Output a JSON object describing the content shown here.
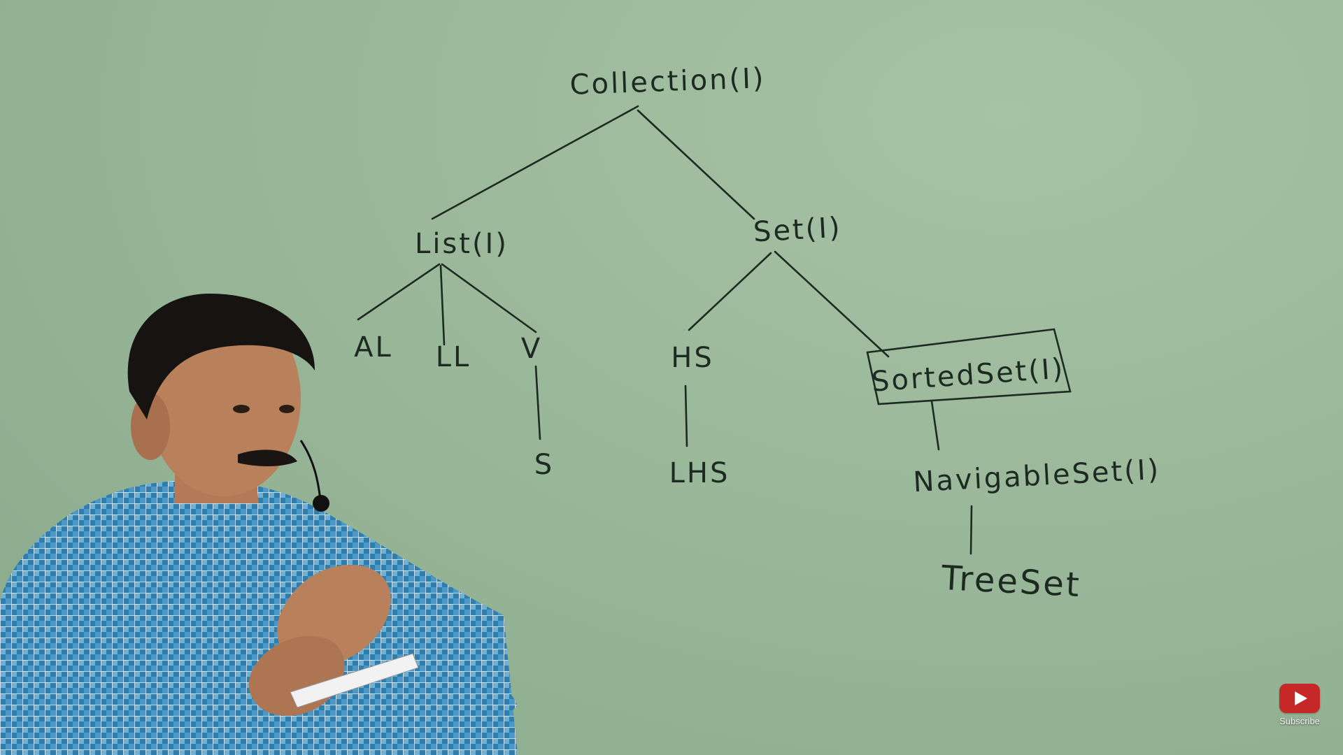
{
  "whiteboard": {
    "nodes": {
      "collection": "Collection(I)",
      "list": "List(I)",
      "set": "Set(I)",
      "al": "AL",
      "ll": "LL",
      "v": "V",
      "s": "S",
      "hs": "HS",
      "lhs": "LHS",
      "sortedset": "SortedSet(I)",
      "navigableset": "NavigableSet(I)",
      "treeset": "TreeSet"
    },
    "colors": {
      "board": "#9dba9c",
      "ink": "#1c2a22"
    }
  },
  "subscribe": {
    "label": "Subscribe",
    "icon": "youtube-play-icon",
    "color": "#c62828"
  }
}
